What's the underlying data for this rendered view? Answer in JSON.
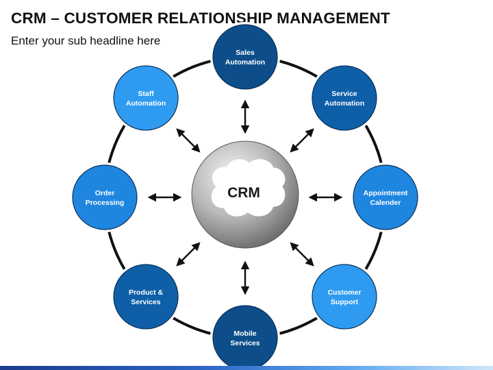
{
  "header": {
    "title": "CRM – CUSTOMER RELATIONSHIP MANAGEMENT",
    "subtitle": "Enter your sub headline here"
  },
  "center": {
    "label": "CRM"
  },
  "nodes": [
    {
      "id": "sales-automation",
      "lines": [
        "Sales",
        "Automation"
      ],
      "color": "#0d4e8a"
    },
    {
      "id": "service-automation",
      "lines": [
        "Service",
        "Automation"
      ],
      "color": "#0f5fa8"
    },
    {
      "id": "appointment-calender",
      "lines": [
        "Appointment",
        "Calender"
      ],
      "color": "#1f86e0"
    },
    {
      "id": "customer-support",
      "lines": [
        "Customer",
        "Support"
      ],
      "color": "#2e9bf0"
    },
    {
      "id": "mobile-services",
      "lines": [
        "Mobile",
        "Services"
      ],
      "color": "#0d4e8a"
    },
    {
      "id": "product-services",
      "lines": [
        "Product &",
        "Services"
      ],
      "color": "#0f5fa8"
    },
    {
      "id": "order-processing",
      "lines": [
        "Order",
        "Processing"
      ],
      "color": "#1f86e0"
    },
    {
      "id": "staff-automation",
      "lines": [
        "Staff",
        "Automation"
      ],
      "color": "#2e9bf0"
    }
  ]
}
